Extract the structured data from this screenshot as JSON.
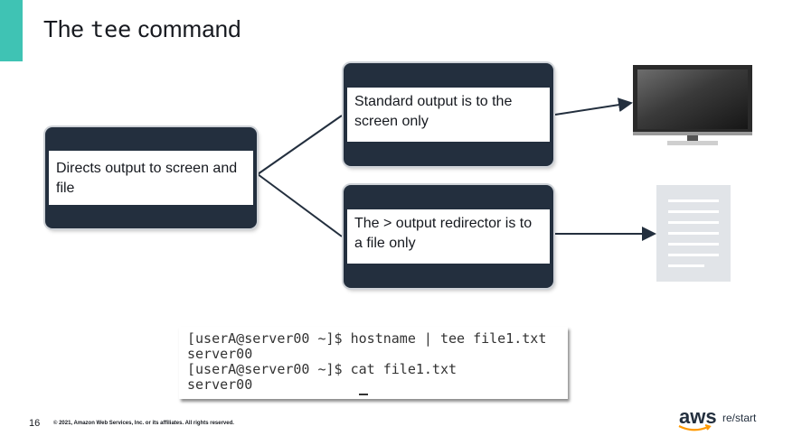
{
  "slide": {
    "title_prefix": "The ",
    "title_command": "tee",
    "title_suffix": " command",
    "page_number": "16",
    "copyright": "© 2021, Amazon Web Services, Inc. or its affiliates. All rights reserved."
  },
  "diagram": {
    "source_box": "Directs output to screen and file",
    "screen_box": "Standard output is to the screen only",
    "file_box": "The > output redirector is to a file only"
  },
  "terminal": {
    "lines": [
      "[userA@server00 ~]$ hostname | tee file1.txt",
      "server00",
      "[userA@server00 ~]$ cat file1.txt",
      "server00"
    ]
  },
  "brand": {
    "logo": "aws",
    "tagline": "re/start",
    "accent_color": "#3fc3b4",
    "box_color": "#232f3e"
  },
  "icons": [
    "monitor-icon",
    "document-icon"
  ]
}
